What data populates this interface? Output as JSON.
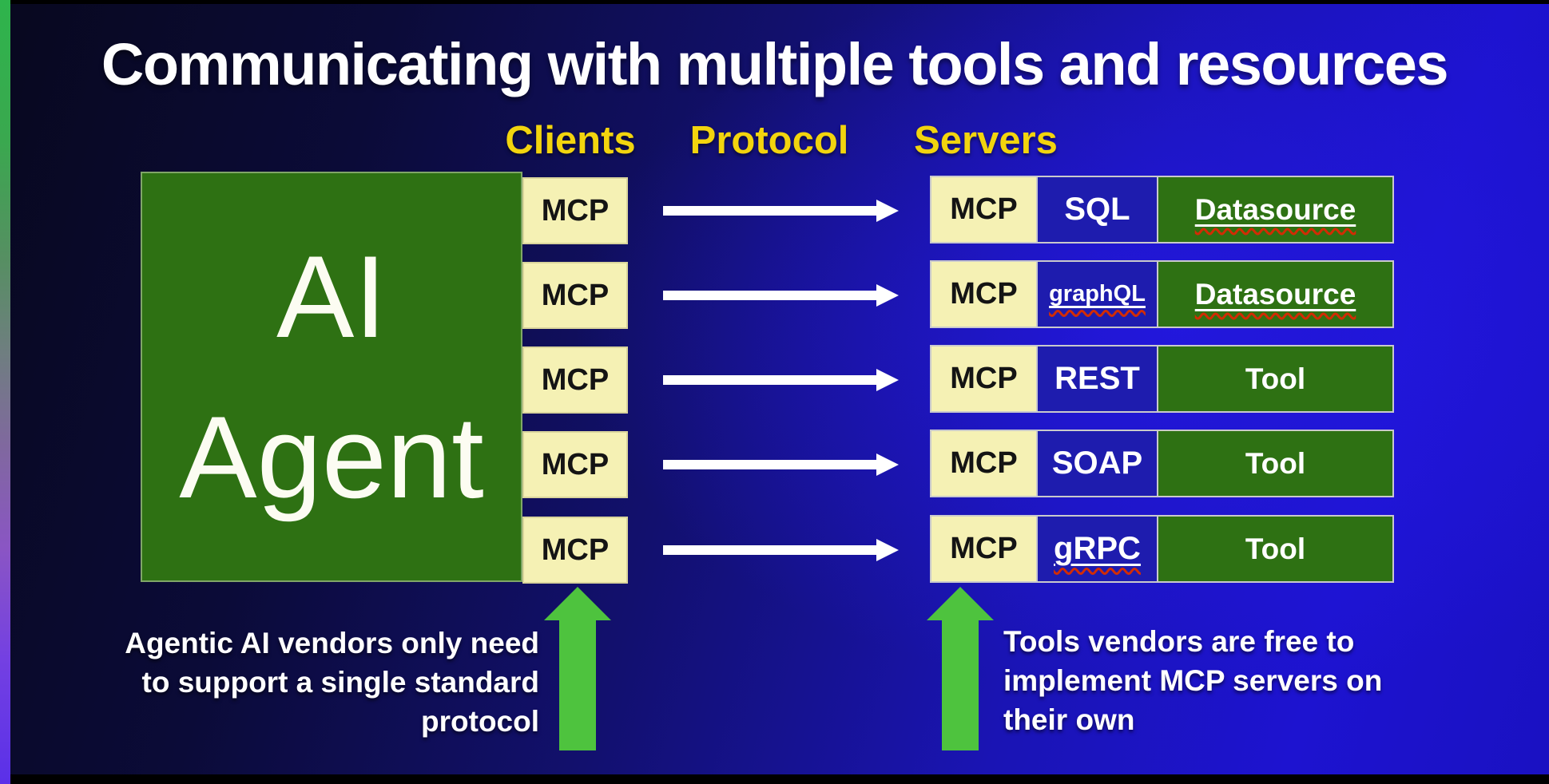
{
  "slide": {
    "title": "Communicating with multiple tools and resources",
    "column_headers": {
      "clients": "Clients",
      "protocol": "Protocol",
      "servers": "Servers"
    },
    "agent": {
      "line1": "AI",
      "line2": "Agent"
    },
    "rows": [
      {
        "client": "MCP",
        "mcp": "MCP",
        "api": "SQL",
        "target": "Datasource"
      },
      {
        "client": "MCP",
        "mcp": "MCP",
        "api": "graphQL",
        "target": "Datasource"
      },
      {
        "client": "MCP",
        "mcp": "MCP",
        "api": "REST",
        "target": "Tool"
      },
      {
        "client": "MCP",
        "mcp": "MCP",
        "api": "SOAP",
        "target": "Tool"
      },
      {
        "client": "MCP",
        "mcp": "MCP",
        "api": "gRPC",
        "target": "Tool"
      }
    ],
    "captions": {
      "left_lines": [
        "Agentic AI vendors only need",
        "to support a single standard",
        "protocol"
      ],
      "right_lines": [
        "Tools vendors are free to",
        "implement MCP servers on",
        "their own"
      ]
    },
    "icons": {
      "protocol_arrow": "right-arrow-icon",
      "callout_arrow": "up-arrow-icon"
    }
  },
  "colors": {
    "bg_dark": "#0a0a30",
    "bg_bright": "#1d13d2",
    "box_green": "#2e7113",
    "cream": "#f5f1b4",
    "api_blue": "#1e1cae",
    "header_yellow": "#f2d40e",
    "arrow_green": "#4ec33e",
    "squiggle_red": "#d22c04",
    "strip_border": "#c9c9cc",
    "text_black": "#141414",
    "text_white": "#ffffff"
  }
}
